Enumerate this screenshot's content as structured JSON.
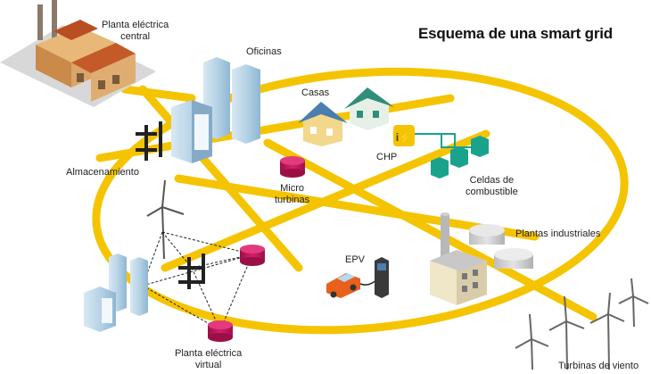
{
  "title": "Esquema de una smart grid",
  "labels": {
    "power_plant": [
      "Planta eléctrica",
      "central"
    ],
    "offices": "Oficinas",
    "houses": "Casas",
    "chp": "CHP",
    "fuel_cells": [
      "Celdas de",
      "combustible"
    ],
    "storage": "Almacenamiento",
    "micro_turbines": [
      "Micro",
      "turbinas"
    ],
    "industrial": "Plantas industriales",
    "epv": "EPV",
    "virtual_plant": [
      "Planta eléctrica",
      "virtual"
    ],
    "wind_turbines": "Turbinas de viento"
  },
  "colors": {
    "grid": "#f5c400",
    "turbine": "#c8145a",
    "building_blue": "#9cc4dc",
    "house_yellow": "#f2d88a",
    "factory": "#f0e6c8",
    "fuel_cell": "#1aa38c",
    "car": "#e8601c"
  }
}
